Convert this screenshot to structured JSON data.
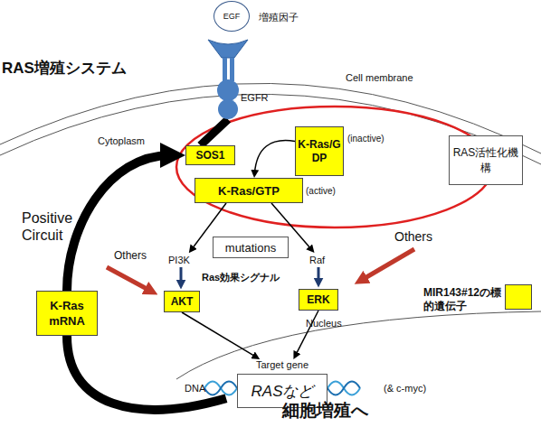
{
  "diagram": {
    "nodes": [
      {
        "text": [
          "EGF"
        ]
      },
      {
        "text": [
          "EGFR"
        ]
      },
      {
        "text": [
          "SOS1"
        ]
      },
      {
        "text": [
          "K-Ras/GDP"
        ]
      },
      {
        "text": [
          "K-Ras/GTP"
        ]
      },
      {
        "text": [
          "RAS活性化機構"
        ]
      },
      {
        "text": [
          "mutations"
        ]
      },
      {
        "text": [
          "AKT"
        ]
      },
      {
        "text": [
          "ERK"
        ]
      },
      {
        "text": [
          "K-Ras mRNA"
        ]
      },
      {
        "text": [
          "Target gene",
          "RASなど"
        ]
      }
    ],
    "edges": [
      {
        "from": 1,
        "to": 2,
        "arrow": "none"
      },
      {
        "from": 3,
        "to": 4,
        "arrow": "to"
      },
      {
        "from": 7,
        "to": 10,
        "arrow": "to"
      },
      {
        "from": 8,
        "to": 10,
        "arrow": "to"
      },
      {
        "from": 10,
        "to": 9,
        "arrow": "none"
      },
      {
        "from": 9,
        "to": 2,
        "arrow": "to"
      }
    ],
    "labels": [
      "増殖因子",
      "RAS増殖システム",
      "Cell membrane",
      "Cytoplasm",
      "(inactive)",
      "(active)",
      "Positive Circuit",
      "Others",
      "Others",
      "PI3K",
      "Raf",
      "Ras効果シグナル",
      "Nucleus",
      "DNA",
      "(& c-myc)",
      "細胞増殖へ"
    ],
    "legend": [
      {
        "text": "MIR143#12の標的遺伝子",
        "color": "#ffff00"
      }
    ]
  }
}
